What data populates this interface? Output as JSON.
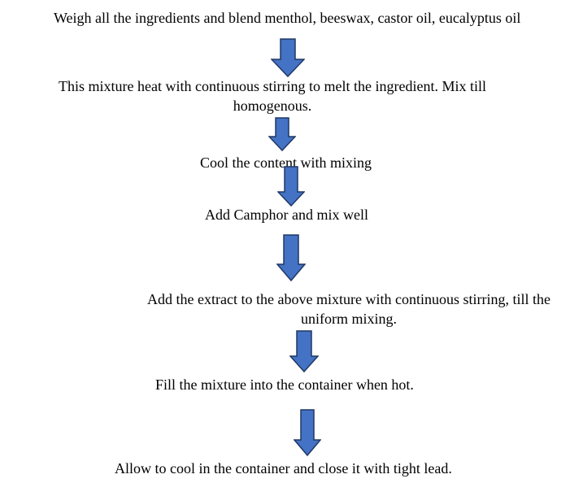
{
  "flowchart": {
    "steps": [
      {
        "line1": "Weigh all the ingredients and blend menthol, beeswax, castor oil, eucalyptus oil"
      },
      {
        "line1": "This mixture heat with continuous stirring to melt the ingredient. Mix till",
        "line2": "homogenous."
      },
      {
        "line1": "Cool the content with mixing"
      },
      {
        "line1": "Add Camphor and mix well"
      },
      {
        "line1": "Add the extract to the above mixture with continuous stirring, till the",
        "line2": "uniform mixing."
      },
      {
        "line1": "Fill the mixture into the container when hot."
      },
      {
        "line1": "Allow to cool in the container and close it with tight lead."
      }
    ],
    "arrow_color": "#4472C4",
    "arrow_outline": "#1F3864"
  }
}
